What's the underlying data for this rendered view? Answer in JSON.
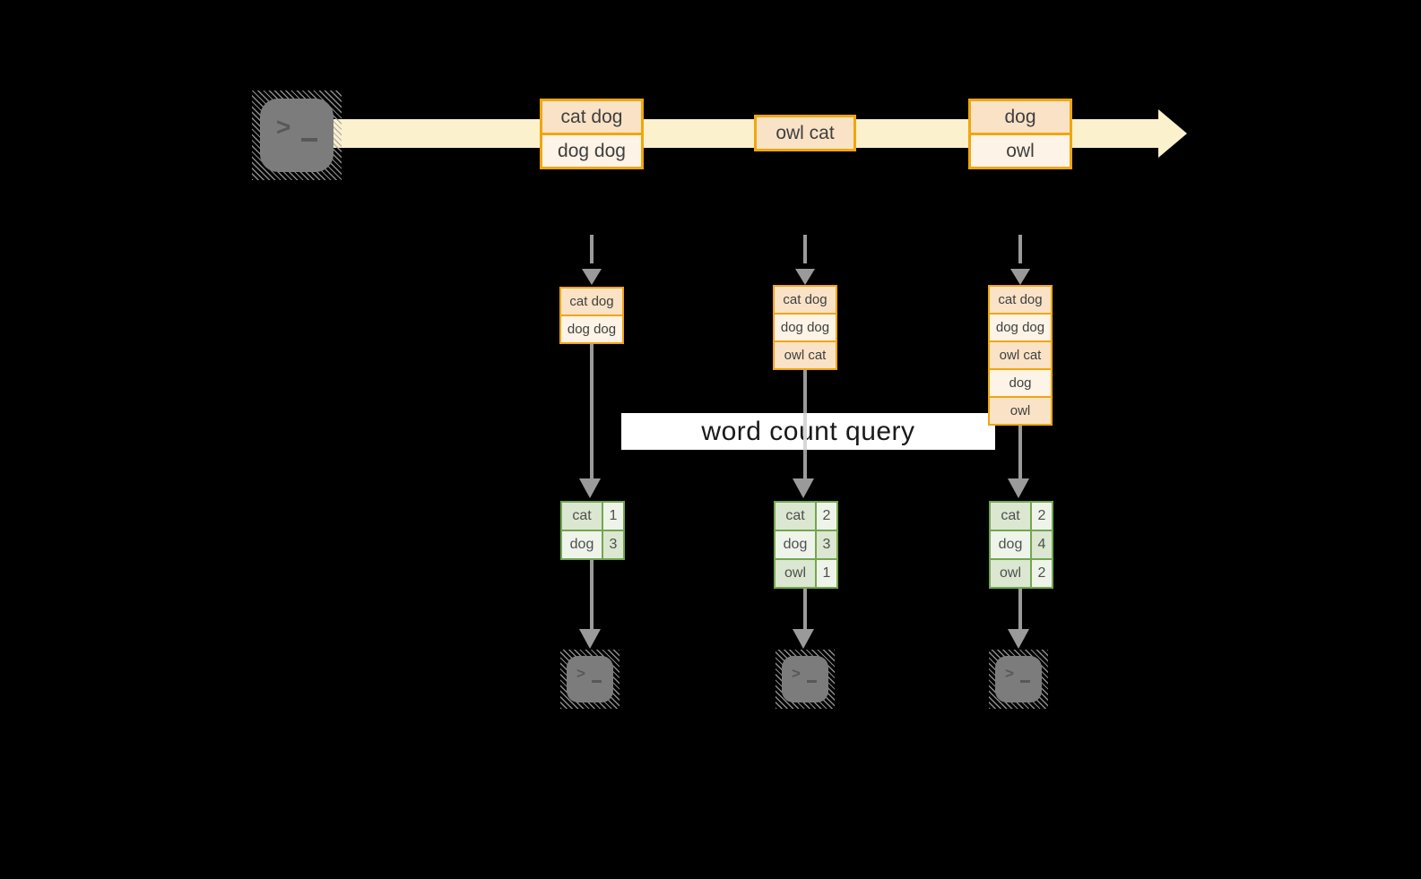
{
  "diagram": {
    "banner_label": "word count query",
    "stream_events": [
      {
        "rows": [
          "cat dog",
          "dog dog"
        ]
      },
      {
        "rows": [
          "owl cat"
        ]
      },
      {
        "rows": [
          "dog",
          "owl"
        ]
      }
    ],
    "columns": [
      {
        "buffer": [
          "cat dog",
          "dog dog"
        ],
        "counts": [
          {
            "word": "cat",
            "count": "1"
          },
          {
            "word": "dog",
            "count": "3"
          }
        ]
      },
      {
        "buffer": [
          "cat dog",
          "dog dog",
          "owl cat"
        ],
        "counts": [
          {
            "word": "cat",
            "count": "2"
          },
          {
            "word": "dog",
            "count": "3"
          },
          {
            "word": "owl",
            "count": "1"
          }
        ]
      },
      {
        "buffer": [
          "cat dog",
          "dog dog",
          "owl cat",
          "dog",
          "owl"
        ],
        "counts": [
          {
            "word": "cat",
            "count": "2"
          },
          {
            "word": "dog",
            "count": "4"
          },
          {
            "word": "owl",
            "count": "2"
          }
        ]
      }
    ],
    "terminal_glyph": {
      "prompt": ">"
    },
    "colors": {
      "background": "#000000",
      "stream_band": "#fbf1cd",
      "event_fill_dark": "#f9e2c6",
      "event_fill_light": "#fdf3e6",
      "event_border": "#f0a60e",
      "table_border": "#73a64f",
      "table_cell_green": "#dbe7d0",
      "table_cell_light": "#eff4ea",
      "arrow_gray": "#9a9a9a",
      "terminal_gray": "#7c7c7c",
      "banner_bg": "#ffffff"
    }
  }
}
